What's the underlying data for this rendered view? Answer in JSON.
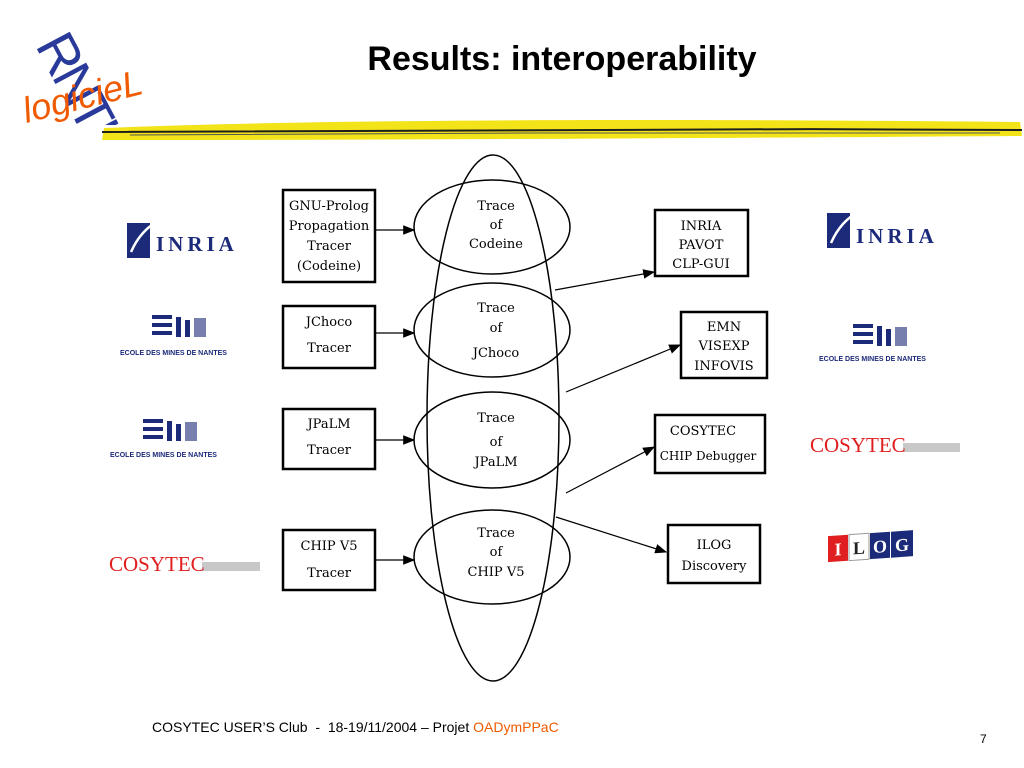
{
  "logo": {
    "text_top": "RNTL",
    "text_bottom": "logicieL"
  },
  "title": "Results: interoperability",
  "diagram": {
    "tracers": [
      [
        "GNU-Prolog",
        "Propagation",
        "Tracer",
        "(Codeine)"
      ],
      [
        "JChoco",
        "Tracer"
      ],
      [
        "JPaLM",
        "Tracer"
      ],
      [
        "CHIP V5",
        "Tracer"
      ]
    ],
    "traces": [
      [
        "Trace",
        "of",
        "Codeine"
      ],
      [
        "Trace",
        "of",
        "JChoco"
      ],
      [
        "Trace",
        "of",
        "JPaLM"
      ],
      [
        "Trace",
        "of",
        "CHIP V5"
      ]
    ],
    "tools": [
      [
        "INRIA",
        "PAVOT",
        "CLP-GUI"
      ],
      [
        "EMN",
        "VISEXP",
        "INFOVIS"
      ],
      [
        "COSYTEC",
        "CHIP Debugger"
      ],
      [
        "ILOG",
        "Discovery"
      ]
    ]
  },
  "left_logos": {
    "inria": "INRIA",
    "emn1": "ECOLE DES MINES DE NANTES",
    "emn2": "ECOLE DES MINES DE NANTES",
    "cosytec": "COSYTEC"
  },
  "right_logos": {
    "inria": "INRIA",
    "emn": "ECOLE DES MINES DE NANTES",
    "cosytec": "COSYTEC",
    "ilog": [
      "I",
      "L",
      "O",
      "G"
    ]
  },
  "footer": {
    "text": "COSYTEC USER’S Club  -  18-19/11/2004 – Projet ",
    "project": "OADymPPaC"
  },
  "page_number": "7",
  "colors": {
    "accent": "#f05a00",
    "inria_blue": "#1c2a7a",
    "cosytec_red": "#e02020",
    "highlight": "#f2e000"
  }
}
